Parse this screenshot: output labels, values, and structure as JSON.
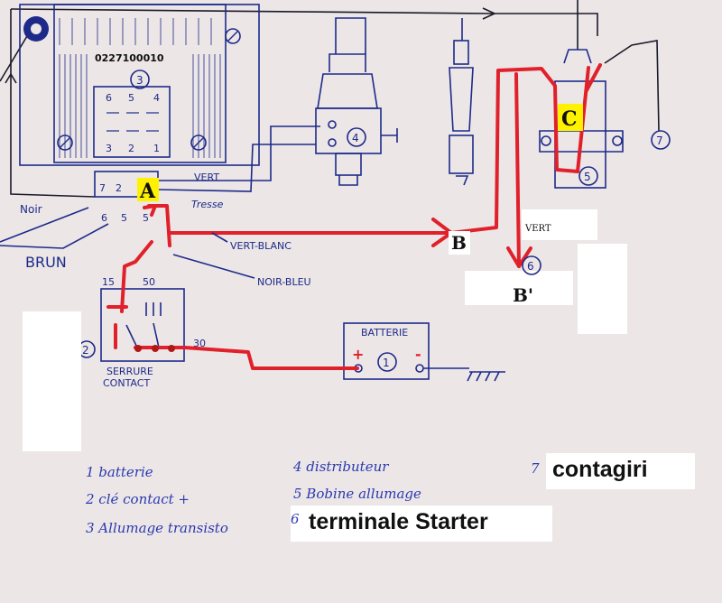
{
  "diagram": {
    "module_code": "0227100010",
    "component_numbers": {
      "batterie": "1",
      "contact": "2",
      "allumage": "3",
      "distributeur": "4",
      "bobine": "5",
      "bobine_term": "6",
      "contagiri": "7"
    },
    "module_pins": {
      "p6": "6",
      "p5": "5",
      "p4": "4",
      "p3": "3",
      "p2": "2",
      "p1": "1"
    },
    "connector_pins": [
      "7",
      "2",
      "6",
      "5",
      "5"
    ],
    "wire_labels": {
      "noir": "Noir",
      "vert": "VERT",
      "tresse": "Tresse",
      "vert_blanc": "VERT-BLANC",
      "noir_bleu": "NOIR-BLEU",
      "brun": "BRUN",
      "vert_red": "VERT"
    },
    "switch": {
      "t15": "15",
      "t50": "50",
      "t30": "30",
      "label1": "SERRURE",
      "label2": "CONTACT"
    },
    "battery": {
      "label": "BATTERIE",
      "plus": "+",
      "minus": "-"
    },
    "callouts": {
      "A": "A",
      "B": "B",
      "B_prime": "B'",
      "C": "C"
    },
    "legend": {
      "item1": "1  batterie",
      "item2": "2  clé contact  +",
      "item3": "3  Allumage transisto",
      "item4": "4  distributeur",
      "item5": "5  Bobine allumage",
      "item6": "6",
      "item7": "7"
    },
    "overlay": {
      "contagiri": "contagiri",
      "terminale": "terminale Starter"
    }
  }
}
